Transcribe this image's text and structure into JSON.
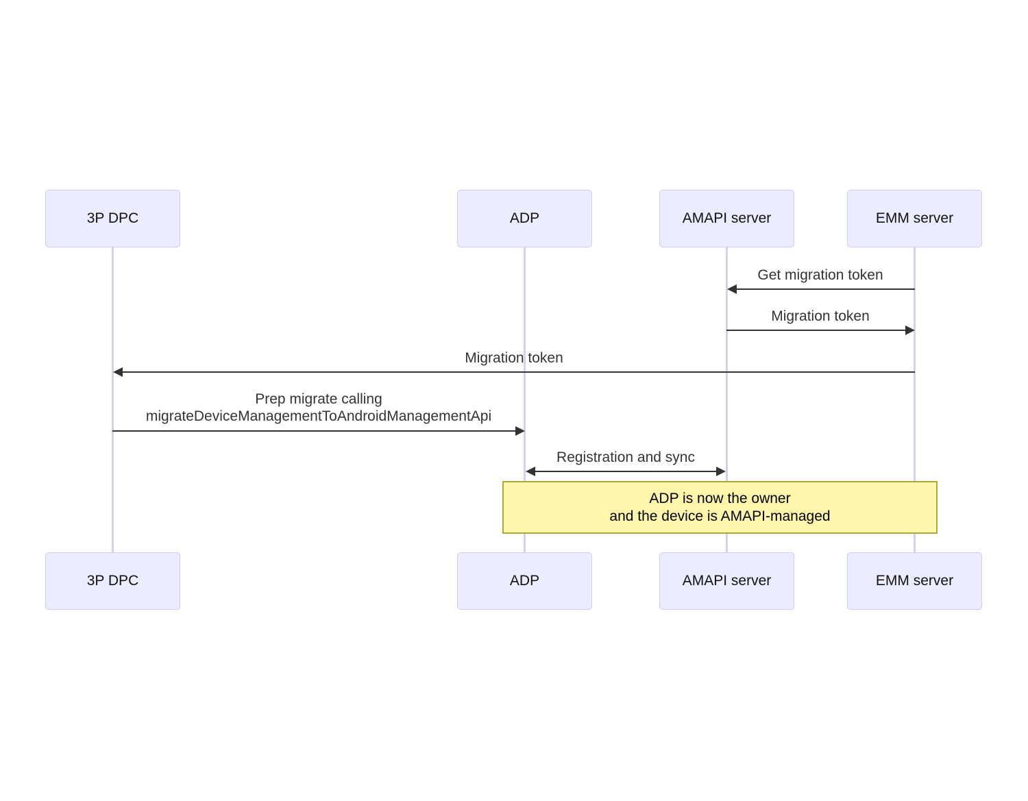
{
  "diagram": {
    "type": "sequence-diagram",
    "actors": [
      {
        "label": "3P DPC"
      },
      {
        "label": "ADP"
      },
      {
        "label": "AMAPI server"
      },
      {
        "label": "EMM server"
      }
    ],
    "messages": [
      {
        "label": "Get migration token",
        "from": "EMM server",
        "to": "AMAPI server",
        "direction": "left"
      },
      {
        "label": "Migration token",
        "from": "AMAPI server",
        "to": "EMM server",
        "direction": "right"
      },
      {
        "label": "Migration token",
        "from": "EMM server",
        "to": "3P DPC",
        "direction": "left"
      },
      {
        "label_lines": [
          "Prep migrate calling",
          "migrateDeviceManagementToAndroidManagementApi"
        ],
        "from": "3P DPC",
        "to": "ADP",
        "direction": "right"
      },
      {
        "label": "Registration and sync",
        "from": "ADP",
        "to": "AMAPI server",
        "direction": "both"
      }
    ],
    "note": {
      "lines": [
        "ADP is now the owner",
        "and the device is AMAPI-managed"
      ],
      "over": "ADP to EMM server"
    },
    "colors": {
      "actor_fill": "#ececff",
      "actor_border": "#d4caf0",
      "lifeline": "#d8cef2",
      "arrow": "#333333",
      "message_text": "#333333",
      "actor_text": "#111111",
      "note_fill": "#fff5ad",
      "note_border": "#aaaa33",
      "note_text": "#000000",
      "background": "#ffffff"
    }
  }
}
